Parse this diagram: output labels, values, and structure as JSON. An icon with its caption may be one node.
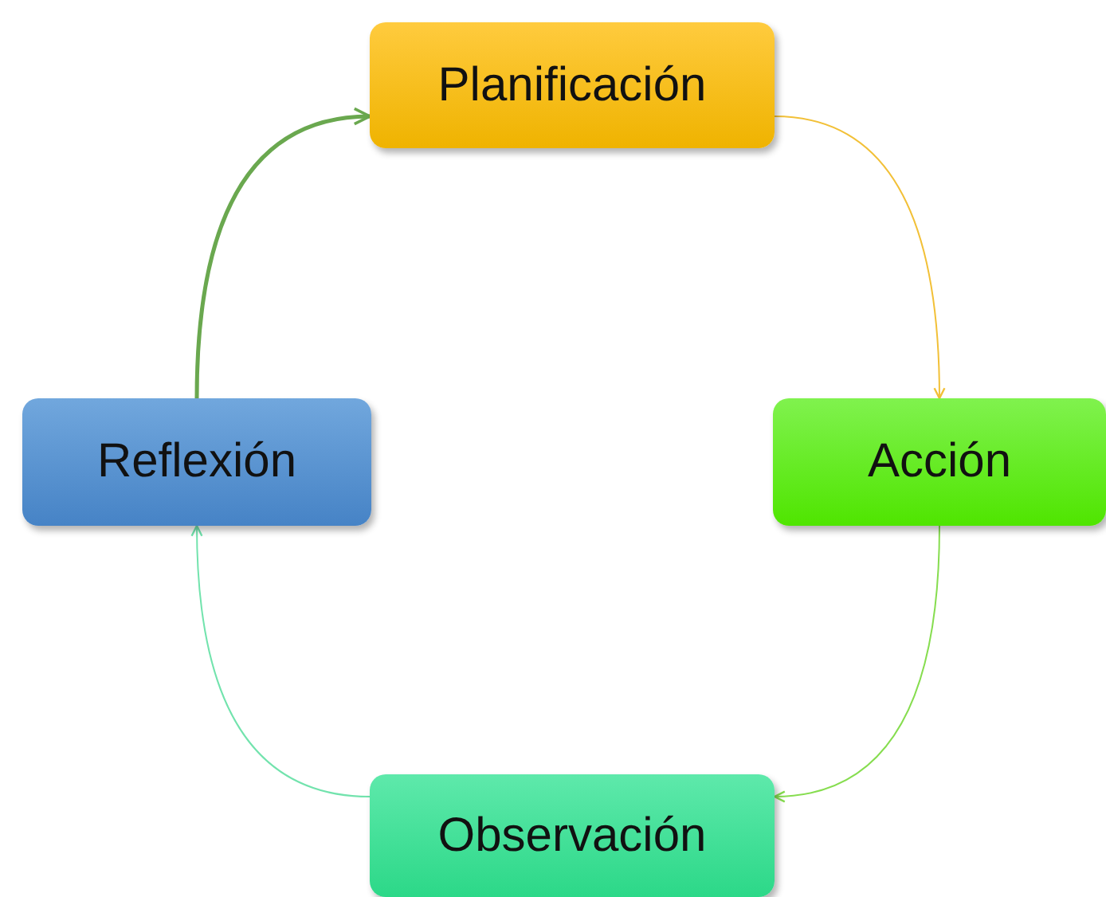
{
  "diagram": {
    "nodes": [
      {
        "text": [
          "Planificación"
        ]
      },
      {
        "text": [
          "Acción"
        ]
      },
      {
        "text": [
          "Observación"
        ]
      },
      {
        "text": [
          "Reflexión"
        ]
      }
    ],
    "edges": [
      {
        "from": 0,
        "to": 1,
        "arrow": "to",
        "color": "#f2c037"
      },
      {
        "from": 1,
        "to": 2,
        "arrow": "to",
        "color": "#86dd4f"
      },
      {
        "from": 2,
        "to": 3,
        "arrow": "to",
        "color": "#72e3ad"
      },
      {
        "from": 3,
        "to": 0,
        "arrow": "to",
        "style": "thick",
        "color": "#6aa84f"
      }
    ]
  }
}
